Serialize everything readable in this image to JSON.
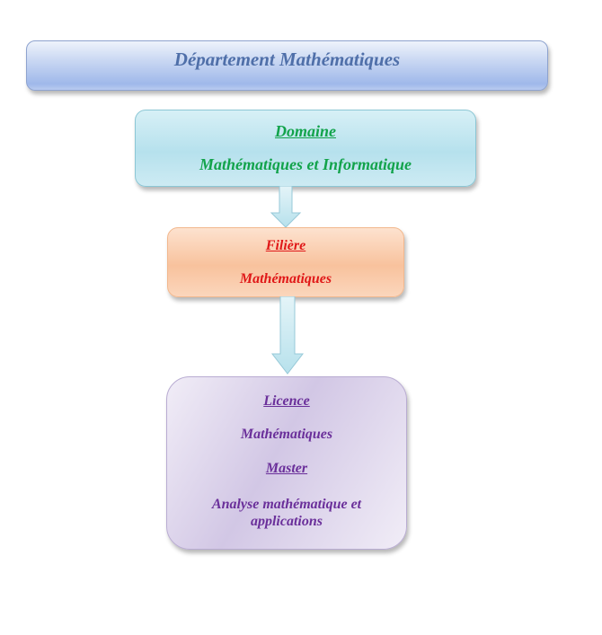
{
  "header": {
    "title": "Département Mathématiques"
  },
  "domain": {
    "label": "Domaine ",
    "value": "Mathématiques et Informatique"
  },
  "filiere": {
    "label": "Filière",
    "value": "Mathématiques"
  },
  "cursus": {
    "licence_label": "Licence",
    "licence_value": "Mathématiques",
    "master_label": "Master",
    "master_value_line1": "Analyse mathématique et",
    "master_value_line2": "applications"
  },
  "colors": {
    "header_text": "#4f6fa9",
    "domain_text": "#12a34b",
    "filiere_text": "#e01818",
    "cursus_text": "#6a2f9a",
    "arrow_fill": "#c9e9f1"
  }
}
